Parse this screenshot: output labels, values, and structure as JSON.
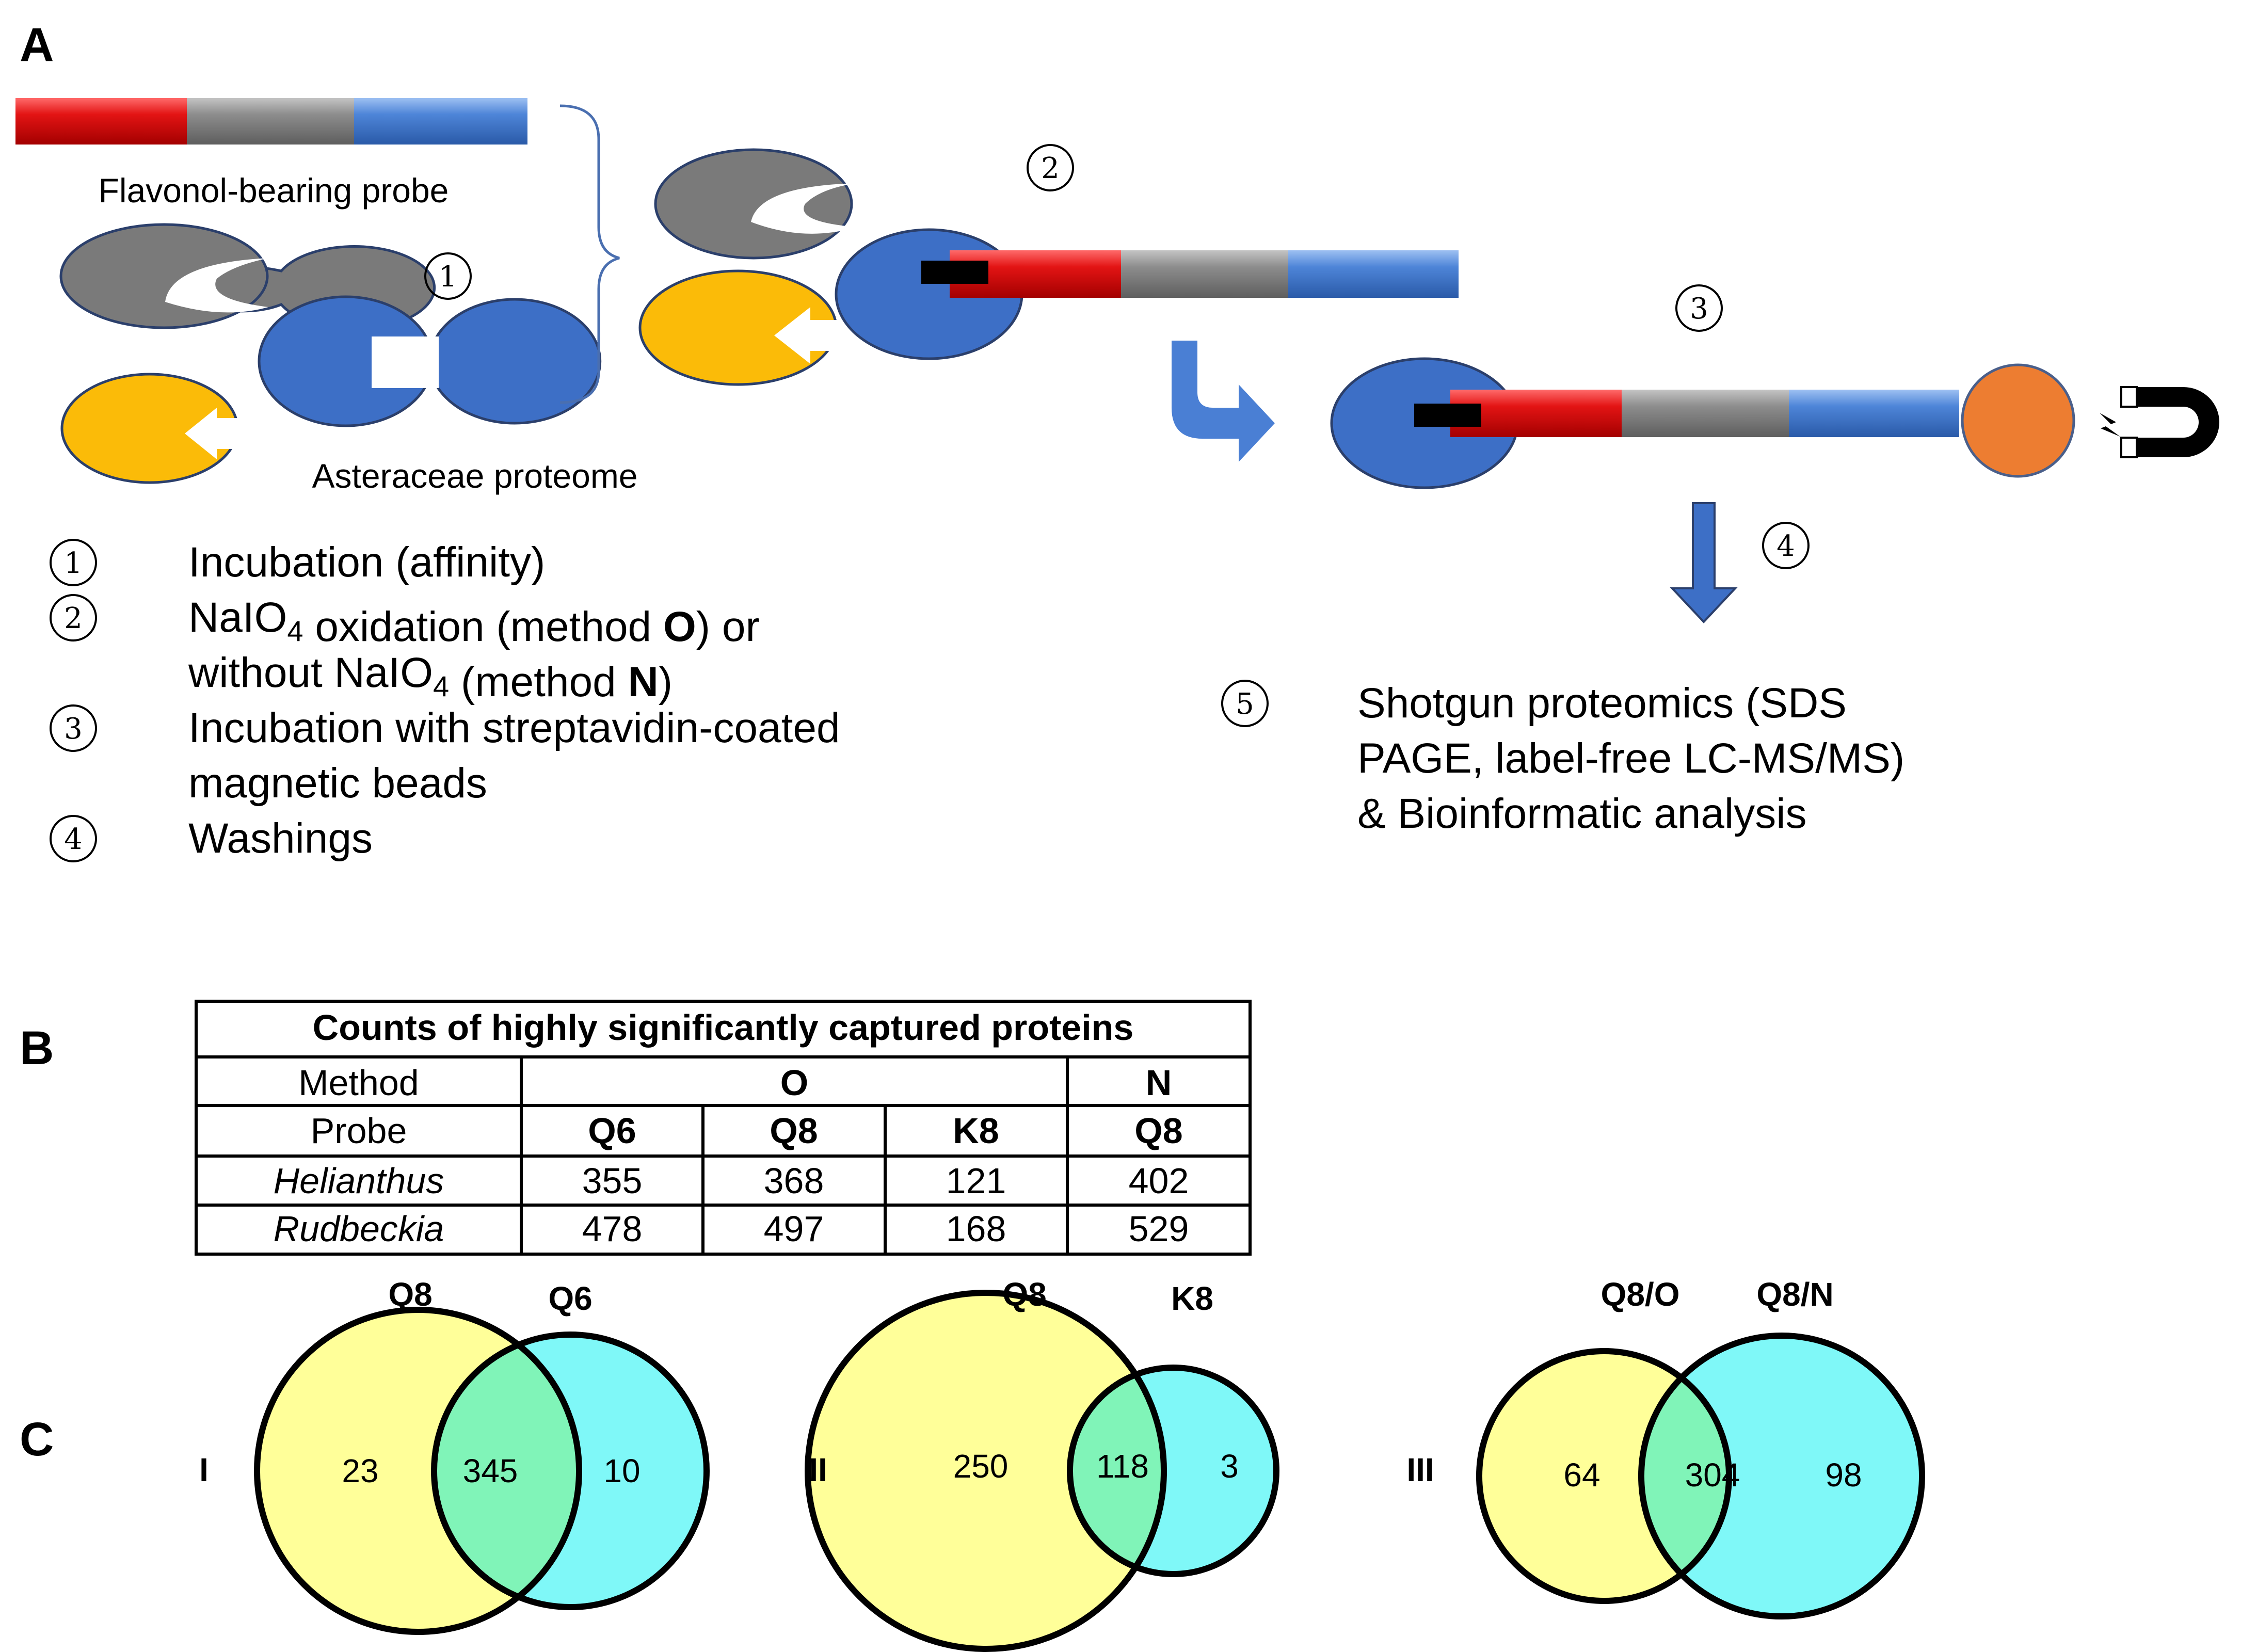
{
  "panel_a": {
    "letter": "A",
    "probe_label": "Flavonol-bearing probe",
    "proteome_label": "Asteraceae proteome",
    "circle_nums": [
      "1",
      "2",
      "3",
      "4",
      "5"
    ],
    "steps": [
      {
        "num": "1",
        "lines": [
          {
            "parts": [
              {
                "t": "Incubation (affinity)"
              }
            ]
          }
        ]
      },
      {
        "num": "2",
        "lines": [
          {
            "parts": [
              {
                "t": "NaIO"
              },
              {
                "t": "4",
                "sub": true
              },
              {
                "t": " oxidation (method "
              },
              {
                "t": "O",
                "bold": true
              },
              {
                "t": ") or"
              }
            ]
          },
          {
            "parts": [
              {
                "t": "without NaIO"
              },
              {
                "t": "4",
                "sub": true
              },
              {
                "t": " (method "
              },
              {
                "t": "N",
                "bold": true
              },
              {
                "t": ")"
              }
            ]
          }
        ]
      },
      {
        "num": "3",
        "lines": [
          {
            "parts": [
              {
                "t": "Incubation with streptavidin-coated"
              }
            ]
          },
          {
            "parts": [
              {
                "t": "magnetic beads"
              }
            ]
          }
        ]
      },
      {
        "num": "4",
        "lines": [
          {
            "parts": [
              {
                "t": "Washings"
              }
            ]
          }
        ]
      }
    ],
    "step5": {
      "num": "5",
      "lines": [
        "Shotgun proteomics (SDS",
        "PAGE, label-free LC-MS/MS)",
        "& Bioinformatic analysis"
      ]
    }
  },
  "panel_b": {
    "letter": "B",
    "title": "Counts of highly significantly captured proteins",
    "method_label": "Method",
    "probe_label": "Probe",
    "method_o": "O",
    "method_n": "N",
    "probes": [
      "Q6",
      "Q8",
      "K8",
      "Q8"
    ],
    "rows": [
      {
        "name": "Helianthus",
        "values": [
          "355",
          "368",
          "121",
          "402"
        ]
      },
      {
        "name": "Rudbeckia",
        "values": [
          "478",
          "497",
          "168",
          "529"
        ]
      }
    ]
  },
  "panel_c": {
    "letter": "C",
    "venns": [
      {
        "roman": "I",
        "left_label": "Q8",
        "right_label": "Q6",
        "left_only": "23",
        "both": "345",
        "right_only": "10"
      },
      {
        "roman": "II",
        "left_label": "Q8",
        "right_label": "K8",
        "left_only": "250",
        "both": "118",
        "right_only": "3"
      },
      {
        "roman": "III",
        "left_label": "Q8/O",
        "right_label": "Q8/N",
        "left_only": "64",
        "both": "304",
        "right_only": "98"
      }
    ]
  },
  "colors": {
    "probe_red": "#e01010",
    "probe_grey": "#8c8c8c",
    "probe_blue": "#4a7fd4",
    "protein_blue": "#3d6fc6",
    "protein_grey": "#7a7a7a",
    "protein_yellow": "#fbbb08",
    "bead_orange": "#ed7d31",
    "venn_yellow": "#ffff99",
    "venn_cyan": "#7ff8f8",
    "venn_overlap": "#80f4b8"
  }
}
